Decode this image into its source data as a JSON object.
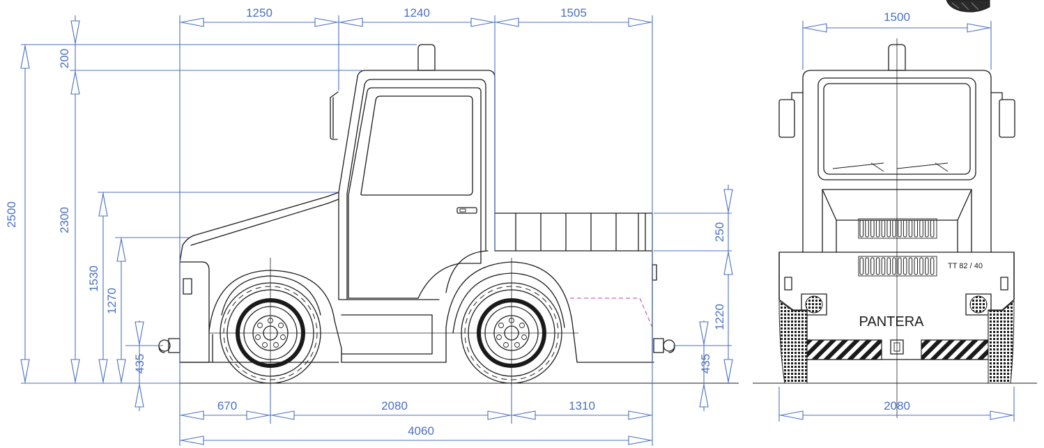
{
  "dimensions": {
    "top_1": "1250",
    "top_2": "1240",
    "top_3": "1505",
    "front_width_top": "1500",
    "left_200": "200",
    "left_2500": "2500",
    "left_2300": "2300",
    "left_1530": "1530",
    "left_1270": "1270",
    "left_435": "435",
    "right_250": "250",
    "right_1220": "1220",
    "right_435": "435",
    "bottom_670": "670",
    "bottom_2080": "2080",
    "bottom_1310": "1310",
    "bottom_total": "4060",
    "front_width_bottom": "2080"
  },
  "labels": {
    "brand": "PANTERA",
    "model": "TT 82 / 40"
  },
  "colors": {
    "dimension_line": "#4a6fc4",
    "outline": "#1a1a1a",
    "dashed_hint": "#c0409c"
  }
}
